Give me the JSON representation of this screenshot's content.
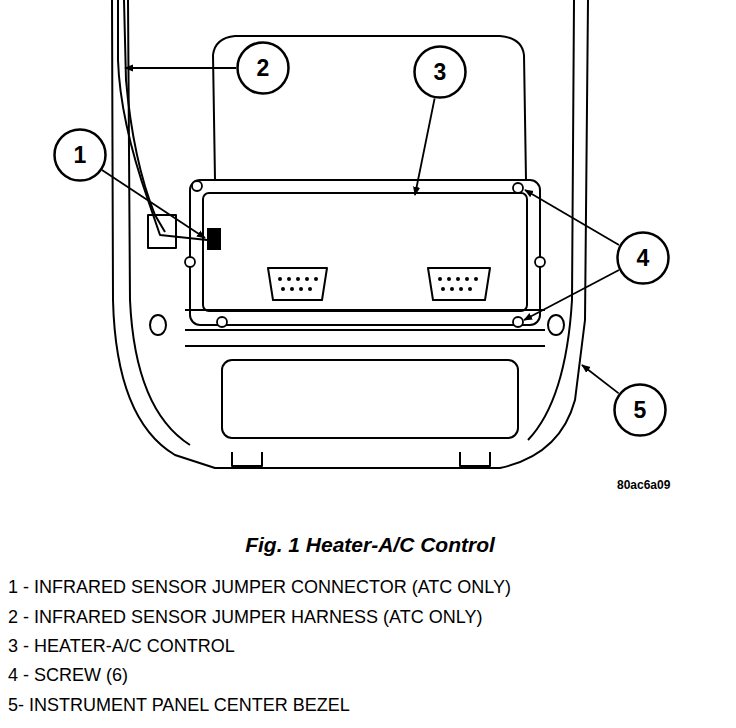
{
  "diagram": {
    "caption": "Fig. 1 Heater-A/C Control",
    "nodes": [
      {
        "text": [
          "2"
        ]
      },
      {
        "text": [
          "3"
        ]
      },
      {
        "text": [
          "1"
        ]
      },
      {
        "text": [
          "4"
        ]
      },
      {
        "text": [
          "5"
        ]
      }
    ],
    "labels": [
      "80ac6a09",
      "1 - INFRARED SENSOR JUMPER CONNECTOR (ATC ONLY)",
      "2 - INFRARED SENSOR JUMPER HARNESS (ATC ONLY)",
      "3 - HEATER-A/C CONTROL",
      "4 - SCREW (6)",
      "5- INSTRUMENT PANEL CENTER BEZEL"
    ]
  }
}
